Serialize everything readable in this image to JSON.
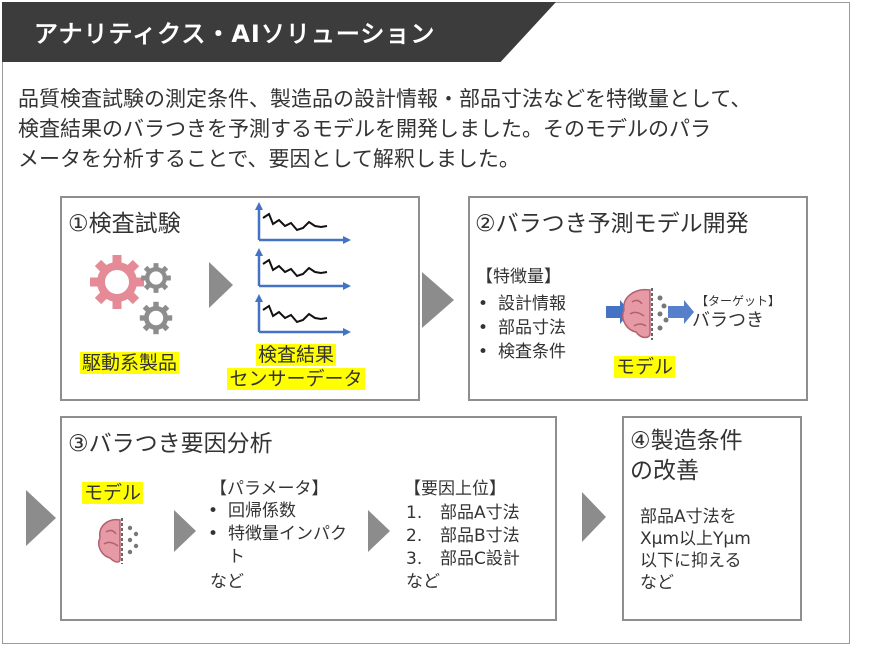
{
  "title": "アナリティクス・AIソリューション",
  "intro": [
    "品質検査試験の測定条件、製造品の設計情報・部品寸法などを特徴量として、",
    "検査結果のバラつきを予測するモデルを開発しました。そのモデルのパラ",
    "メータを分析することで、要因として解釈しました。"
  ],
  "step1": {
    "heading": "①検査試験",
    "product_label": "駆動系製品",
    "result_label_1": "検査結果",
    "result_label_2": "センサーデータ"
  },
  "step2": {
    "heading": "②バラつき予測モデル開発",
    "features_title": "【特徴量】",
    "features": [
      "設計情報",
      "部品寸法",
      "検査条件"
    ],
    "target_title": "【ターゲット】",
    "target_value": "バラつき",
    "model_label": "モデル"
  },
  "step3": {
    "heading": "③バラつき要因分析",
    "model_label": "モデル",
    "params_title": "【パラメータ】",
    "params": [
      "回帰係数",
      "特徴量インパクト"
    ],
    "params_etc": "など",
    "factors_title": "【要因上位】",
    "factors": [
      "部品A寸法",
      "部品B寸法",
      "部品C設計"
    ],
    "factors_etc": "など"
  },
  "step4": {
    "heading_1": "④製造条件",
    "heading_2": "の改善",
    "body": [
      "部品A寸法を",
      "Xμm以上Yμm",
      "以下に抑える",
      "など"
    ]
  },
  "colors": {
    "highlight": "#ffff00",
    "arrow": "#8c8c8c",
    "brain": "#e59aa6",
    "chart": "#4472c4",
    "title_bg": "#3c3c3c"
  }
}
